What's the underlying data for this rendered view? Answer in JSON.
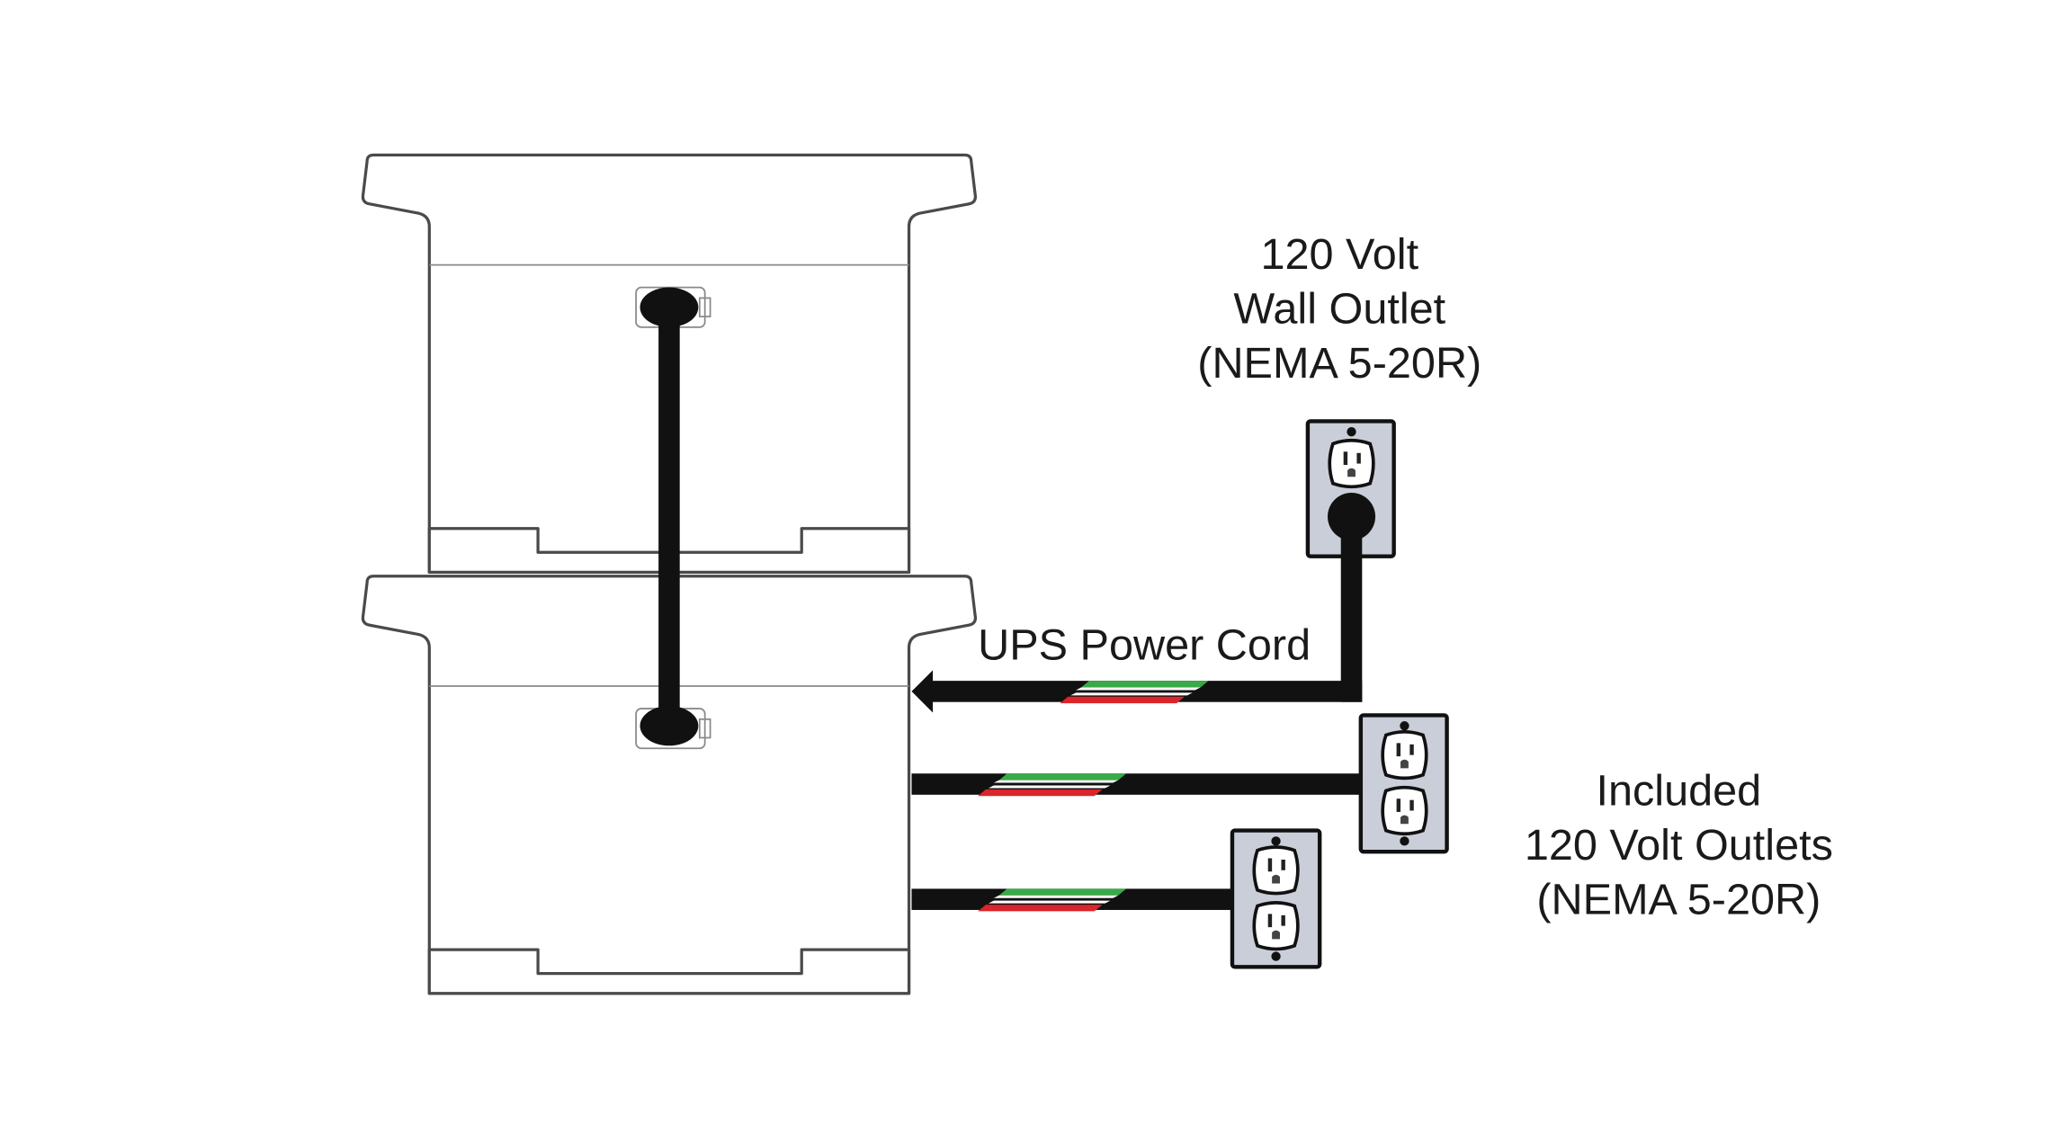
{
  "wall_outlet_label": {
    "line1": "120 Volt",
    "line2": "Wall Outlet",
    "line3": "(NEMA 5-20R)"
  },
  "cord_label": "UPS Power Cord",
  "included_outlets_label": {
    "line1": "Included",
    "line2": "120 Volt Outlets",
    "line3": "(NEMA 5-20R)"
  },
  "colors": {
    "cord": "#111111",
    "plate": "#c9ced8",
    "stripe_green": "#3aaa48",
    "stripe_red": "#d9252b"
  }
}
